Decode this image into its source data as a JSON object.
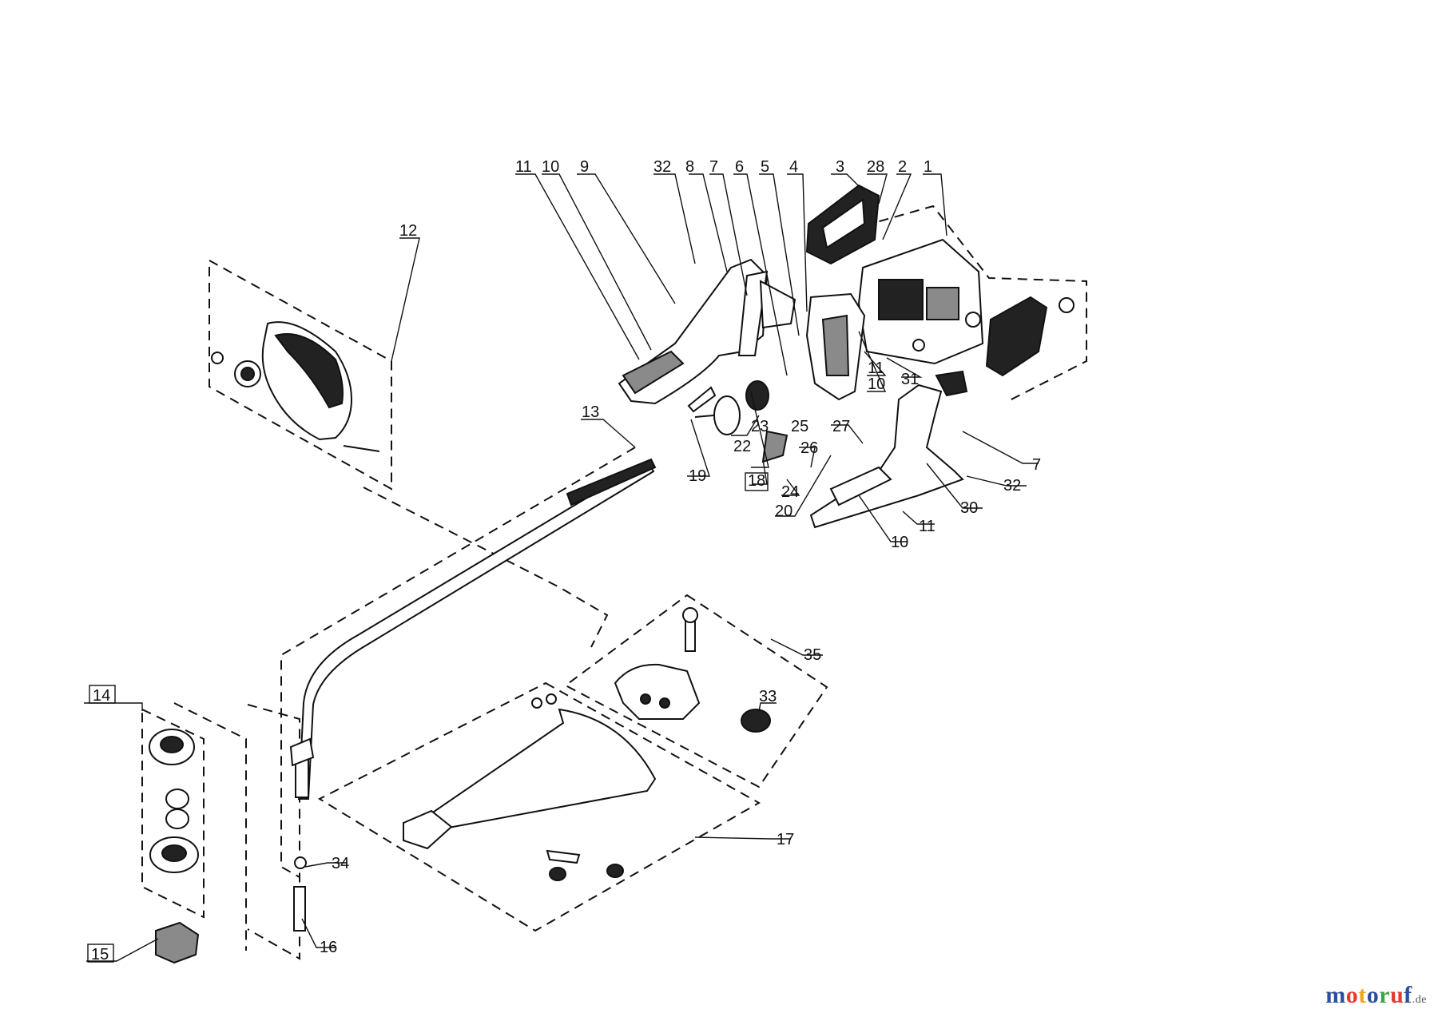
{
  "diagram": {
    "callouts": [
      {
        "id": "11a",
        "text": "11"
      },
      {
        "id": "10a",
        "text": "10"
      },
      {
        "id": "9",
        "text": "9"
      },
      {
        "id": "32a",
        "text": "32"
      },
      {
        "id": "8",
        "text": "8"
      },
      {
        "id": "7a",
        "text": "7"
      },
      {
        "id": "6",
        "text": "6"
      },
      {
        "id": "5",
        "text": "5"
      },
      {
        "id": "4",
        "text": "4"
      },
      {
        "id": "3",
        "text": "3"
      },
      {
        "id": "28",
        "text": "28"
      },
      {
        "id": "2",
        "text": "2"
      },
      {
        "id": "1",
        "text": "1"
      },
      {
        "id": "12",
        "text": "12"
      },
      {
        "id": "13",
        "text": "13"
      },
      {
        "id": "11b",
        "text": "11"
      },
      {
        "id": "10b",
        "text": "10"
      },
      {
        "id": "31",
        "text": "31"
      },
      {
        "id": "23",
        "text": "23"
      },
      {
        "id": "25",
        "text": "25"
      },
      {
        "id": "27",
        "text": "27"
      },
      {
        "id": "22",
        "text": "22"
      },
      {
        "id": "26",
        "text": "26"
      },
      {
        "id": "19",
        "text": "19"
      },
      {
        "id": "18",
        "text": "18"
      },
      {
        "id": "24",
        "text": "24"
      },
      {
        "id": "20",
        "text": "20"
      },
      {
        "id": "7b",
        "text": "7"
      },
      {
        "id": "32b",
        "text": "32"
      },
      {
        "id": "30",
        "text": "30"
      },
      {
        "id": "11c",
        "text": "11"
      },
      {
        "id": "10c",
        "text": "10"
      },
      {
        "id": "35",
        "text": "35"
      },
      {
        "id": "33",
        "text": "33"
      },
      {
        "id": "14",
        "text": "14"
      },
      {
        "id": "17",
        "text": "17"
      },
      {
        "id": "34",
        "text": "34"
      },
      {
        "id": "16",
        "text": "16"
      },
      {
        "id": "15",
        "text": "15"
      }
    ]
  },
  "watermark": {
    "brand": "motoruf",
    "suffix": ".de",
    "colors": [
      "#2a4f9e",
      "#e63a2e",
      "#f2a51a",
      "#2a4f9e",
      "#3aa24a",
      "#e63a2e",
      "#2a4f9e"
    ]
  }
}
